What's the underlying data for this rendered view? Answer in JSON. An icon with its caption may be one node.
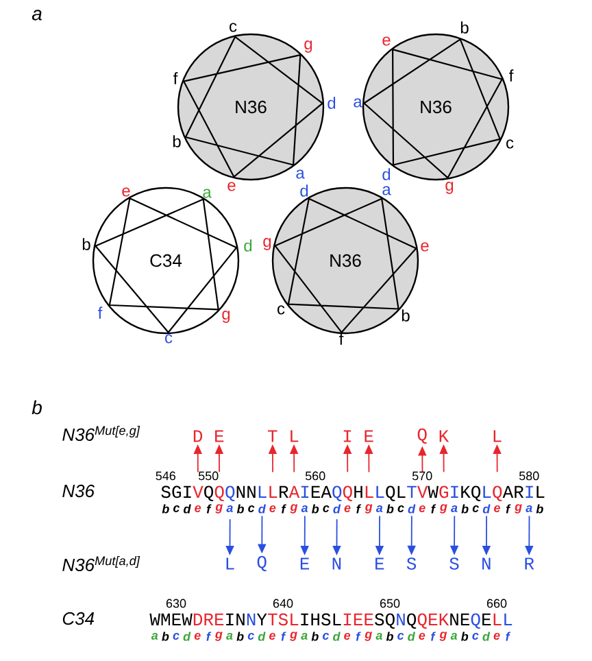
{
  "diagram": {
    "nodes": [
      {
        "text": [
          "N36"
        ],
        "beside": [
          "c",
          "g",
          "f",
          "d",
          "b",
          "a",
          "e"
        ]
      },
      {
        "text": [
          "N36"
        ],
        "beside": [
          "e",
          "b",
          "f",
          "a",
          "c",
          "d",
          "g"
        ]
      },
      {
        "text": [
          "C34"
        ],
        "beside": [
          "e",
          "a",
          "b",
          "d",
          "f",
          "g",
          "c"
        ]
      },
      {
        "text": [
          "N36"
        ],
        "beside": [
          "d",
          "a",
          "g",
          "e",
          "c",
          "b",
          "f"
        ]
      },
      {
        "text": [
          "D"
        ]
      },
      {
        "text": [
          "E"
        ]
      },
      {
        "text": [
          "T"
        ]
      },
      {
        "text": [
          "L"
        ]
      },
      {
        "text": [
          "I"
        ]
      },
      {
        "text": [
          "E"
        ]
      },
      {
        "text": [
          "Q"
        ]
      },
      {
        "text": [
          "K"
        ]
      },
      {
        "text": [
          "L"
        ]
      },
      {
        "text": [
          "V"
        ]
      },
      {
        "text": [
          "Q"
        ]
      },
      {
        "text": [
          "Q"
        ]
      },
      {
        "text": [
          "L"
        ]
      },
      {
        "text": [
          "L"
        ]
      },
      {
        "text": [
          "A"
        ]
      },
      {
        "text": [
          "I"
        ]
      },
      {
        "text": [
          "Q"
        ]
      },
      {
        "text": [
          "Q"
        ]
      },
      {
        "text": [
          "L"
        ]
      },
      {
        "text": [
          "L"
        ]
      },
      {
        "text": [
          "T"
        ]
      },
      {
        "text": [
          "V"
        ]
      },
      {
        "text": [
          "G"
        ]
      },
      {
        "text": [
          "I"
        ]
      },
      {
        "text": [
          "L"
        ]
      },
      {
        "text": [
          "Q"
        ]
      },
      {
        "text": [
          "I"
        ]
      },
      {
        "text": [
          "L"
        ]
      },
      {
        "text": [
          "Q"
        ]
      },
      {
        "text": [
          "E"
        ]
      },
      {
        "text": [
          "N"
        ]
      },
      {
        "text": [
          "E"
        ]
      },
      {
        "text": [
          "S"
        ]
      },
      {
        "text": [
          "S"
        ]
      },
      {
        "text": [
          "N"
        ]
      },
      {
        "text": [
          "R"
        ]
      }
    ],
    "edges": [
      {
        "from": 13,
        "to": 4,
        "arrow": "to",
        "color": "#e8262d"
      },
      {
        "from": 14,
        "to": 5,
        "arrow": "to",
        "color": "#e8262d"
      },
      {
        "from": 17,
        "to": 6,
        "arrow": "to",
        "color": "#e8262d"
      },
      {
        "from": 18,
        "to": 7,
        "arrow": "to",
        "color": "#e8262d"
      },
      {
        "from": 21,
        "to": 8,
        "arrow": "to",
        "color": "#e8262d"
      },
      {
        "from": 22,
        "to": 9,
        "arrow": "to",
        "color": "#e8262d"
      },
      {
        "from": 25,
        "to": 10,
        "arrow": "to",
        "color": "#e8262d"
      },
      {
        "from": 26,
        "to": 11,
        "arrow": "to",
        "color": "#e8262d"
      },
      {
        "from": 29,
        "to": 12,
        "arrow": "to",
        "color": "#e8262d"
      },
      {
        "from": 15,
        "to": 31,
        "arrow": "to",
        "color": "#2a4fe0"
      },
      {
        "from": 16,
        "to": 32,
        "arrow": "to",
        "color": "#2a4fe0"
      },
      {
        "from": 19,
        "to": 33,
        "arrow": "to",
        "color": "#2a4fe0"
      },
      {
        "from": 20,
        "to": 34,
        "arrow": "to",
        "color": "#2a4fe0"
      },
      {
        "from": 23,
        "to": 35,
        "arrow": "to",
        "color": "#2a4fe0"
      },
      {
        "from": 24,
        "to": 36,
        "arrow": "to",
        "color": "#2a4fe0"
      },
      {
        "from": 27,
        "to": 37,
        "arrow": "to",
        "color": "#2a4fe0"
      },
      {
        "from": 28,
        "to": 38,
        "arrow": "to",
        "color": "#2a4fe0"
      },
      {
        "from": 30,
        "to": 39,
        "arrow": "to",
        "color": "#2a4fe0"
      }
    ],
    "labels": [
      "a",
      "b",
      "N36$^{Mut[e,g]}$",
      "546",
      "550",
      "560",
      "570",
      "580",
      "N36",
      "SGI",
      "Q",
      "NN",
      "R",
      "EA",
      "H",
      "QL",
      "W",
      "KQ",
      "AR",
      "L",
      "b",
      "c",
      "d",
      "e",
      "f",
      "g",
      "a",
      "b",
      "c",
      "d",
      "e",
      "f",
      "g",
      "a",
      "b",
      "c",
      "d",
      "e",
      "f",
      "g",
      "a",
      "b",
      "c",
      "d",
      "e",
      "f",
      "g",
      "a",
      "b",
      "c",
      "d",
      "e",
      "f",
      "g",
      "a",
      "b",
      "N36$^{Mut[a,d]}$",
      "630",
      "640",
      "650",
      "660",
      "C34",
      "WMEW",
      "DRE",
      "IN",
      "N",
      "Y",
      "TSL",
      "IHSL",
      "IEE",
      "SQ",
      "N",
      "Q",
      "QEK",
      "NE",
      "Q",
      "E",
      "L",
      "L",
      "a",
      "b",
      "c",
      "d",
      "e",
      "f",
      "g",
      "a",
      "b",
      "c",
      "d",
      "e",
      "f",
      "g",
      "a",
      "b",
      "c",
      "d",
      "e",
      "f",
      "g",
      "a",
      "b",
      "c",
      "d",
      "e",
      "f",
      "g",
      "a",
      "b",
      "c",
      "d",
      "e",
      "f"
    ]
  }
}
